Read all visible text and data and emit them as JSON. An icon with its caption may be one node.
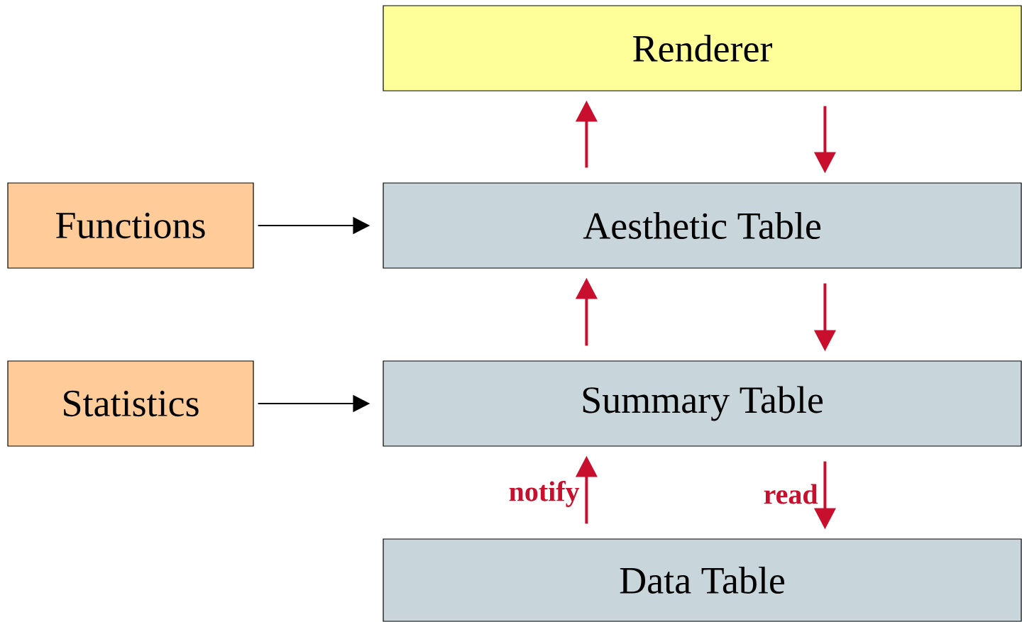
{
  "diagram": {
    "nodes": [
      {
        "text": [
          "Renderer"
        ]
      },
      {
        "text": [
          "Functions"
        ]
      },
      {
        "text": [
          "Aesthetic Table"
        ]
      },
      {
        "text": [
          "Statistics"
        ]
      },
      {
        "text": [
          "Summary Table"
        ]
      },
      {
        "text": [
          "Data Table"
        ]
      }
    ],
    "edges": [
      {
        "from": 2,
        "to": 0,
        "arrow": "to"
      },
      {
        "from": 0,
        "to": 2,
        "arrow": "to"
      },
      {
        "from": 1,
        "to": 2,
        "arrow": "to",
        "color": "#000000"
      },
      {
        "from": 4,
        "to": 2,
        "arrow": "to"
      },
      {
        "from": 2,
        "to": 4,
        "arrow": "to"
      },
      {
        "from": 3,
        "to": 4,
        "arrow": "to",
        "color": "#000000"
      },
      {
        "from": 5,
        "to": 4,
        "arrow": "to",
        "label": "notify"
      },
      {
        "from": 4,
        "to": 5,
        "arrow": "to",
        "label": "read"
      }
    ]
  }
}
